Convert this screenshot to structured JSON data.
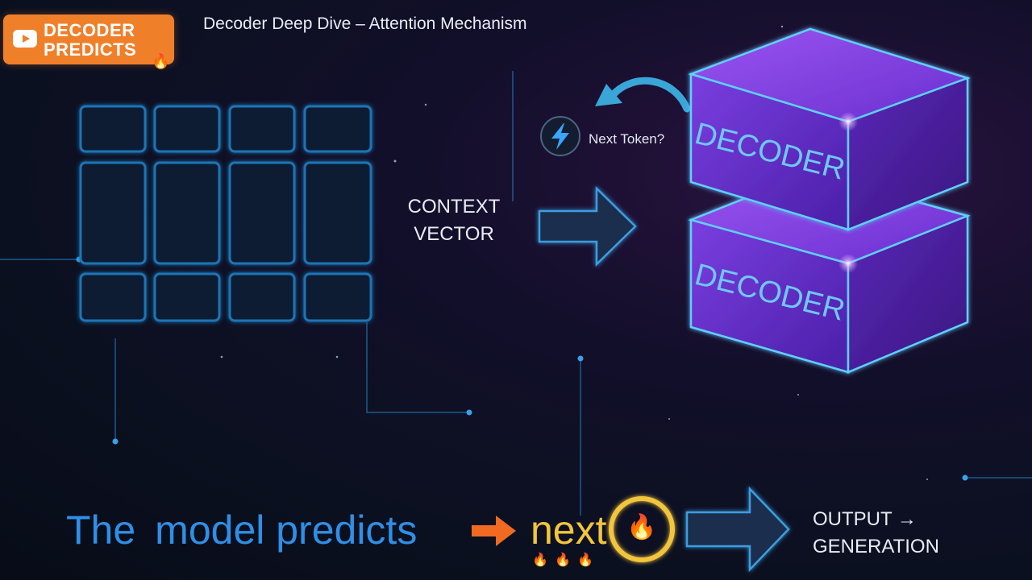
{
  "badge": {
    "line1": "DECODER",
    "line2": "PREDICTS",
    "icon": "play-icon",
    "emoji": "🔥"
  },
  "title": "Decoder Deep Dive – Attention Mechanism",
  "context_vector": {
    "line1": "CONTEXT",
    "line2": "VECTOR"
  },
  "next_token_label": "Next Token?",
  "decoder_blocks": [
    "DECODER",
    "DECODER"
  ],
  "caption": {
    "word1": "The",
    "word2": "model predicts",
    "highlight": "next",
    "fire": "🔥",
    "small_fires": [
      "🔥",
      "🔥",
      "🔥"
    ]
  },
  "output": {
    "line1": "OUTPUT →",
    "line2": "GENERATION"
  },
  "colors": {
    "accent_blue": "#2f8fe6",
    "accent_orange": "#f07f2a",
    "accent_yellow": "#f2c53d",
    "decoder_purple": "#6a2fd0",
    "grid_blue": "#1e6fa8"
  }
}
